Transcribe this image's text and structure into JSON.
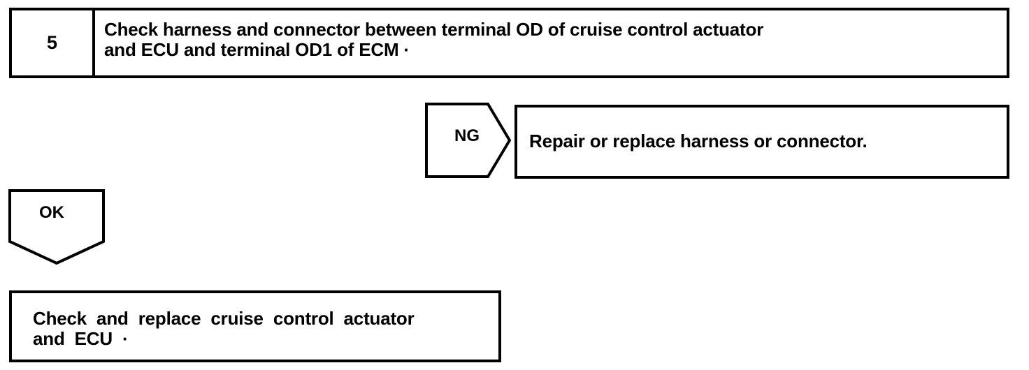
{
  "diagram": {
    "type": "troubleshooting-flowchart",
    "colors": {
      "line": "#000000",
      "background": "#ffffff",
      "text": "#000000"
    },
    "step": {
      "number": "5",
      "instruction": "Check harness and connector between terminal OD of cruise control actuator\nand ECU and terminal OD1 of ECM ·"
    },
    "branch_ng": {
      "label": "NG",
      "result": "Repair or replace harness or connector."
    },
    "branch_ok": {
      "label": "OK",
      "result": "Check and replace cruise control actuator\nand ECU ·"
    }
  }
}
